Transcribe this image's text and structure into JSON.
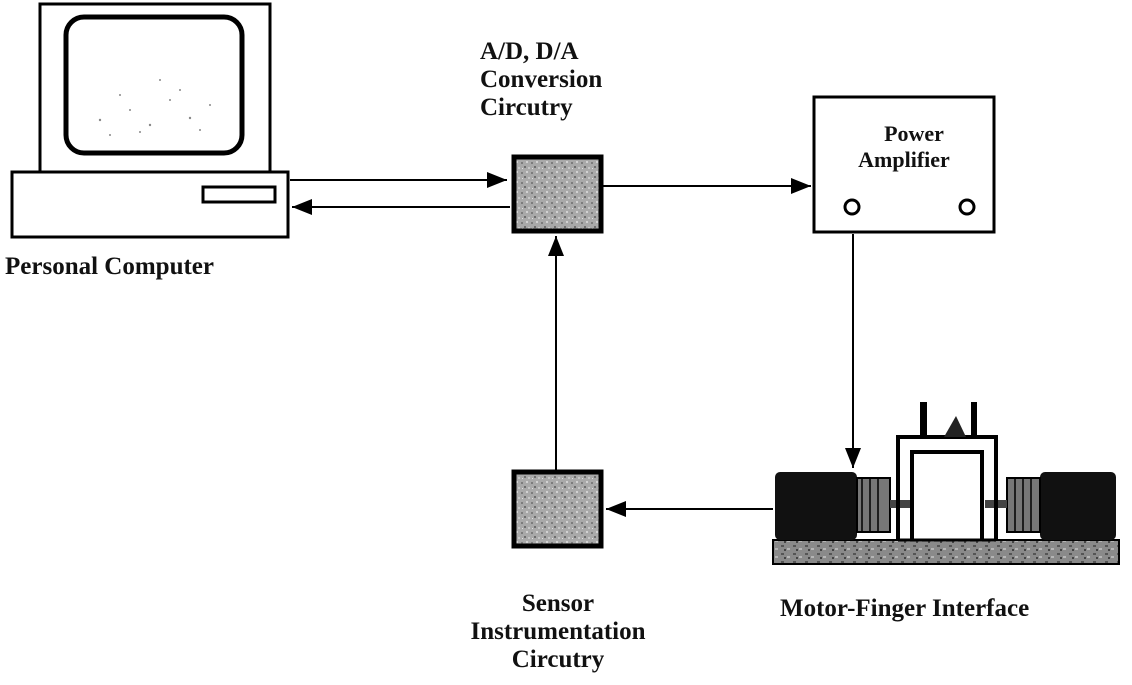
{
  "labels": {
    "personal_computer": "Personal Computer",
    "adda_line1": "A/D, D/A",
    "adda_line2": "Conversion",
    "adda_line3": "Circutry",
    "power_line1": "Power",
    "power_line2": "Amplifier",
    "sensor_line1": "Sensor",
    "sensor_line2": "Instrumentation",
    "sensor_line3": "Circutry",
    "motor_finger": "Motor-Finger Interface"
  }
}
